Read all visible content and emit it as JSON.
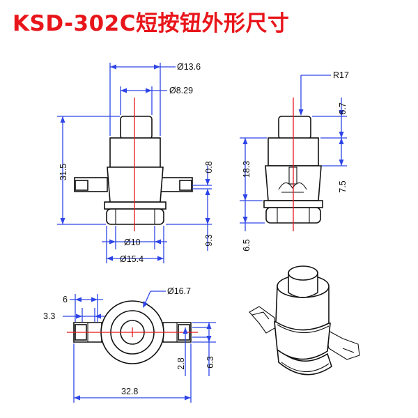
{
  "title": "KSD-302C短按钮外形尺寸",
  "dimensions": {
    "d13_6": "Ø13.6",
    "d8_29": "Ø8.29",
    "h31_5": "31.5",
    "t0_8": "0.8",
    "h9_3": "9.3",
    "d10": "Ø10",
    "d15_4": "Ø15.4",
    "r17": "R17",
    "h6_7": "6.7",
    "h18_3": "18.3",
    "h7_5": "7.5",
    "h6_5": "6.5",
    "d16_7": "Ø16.7",
    "w6": "6",
    "w3_3": "3.3",
    "w2_8": "2.8",
    "h6_3": "6.3",
    "w32_8": "32.8"
  },
  "colors": {
    "title": "#e8161b",
    "dimension_lines": "#2d44e6",
    "center_lines": "#e8161b",
    "outline": "#111111"
  }
}
